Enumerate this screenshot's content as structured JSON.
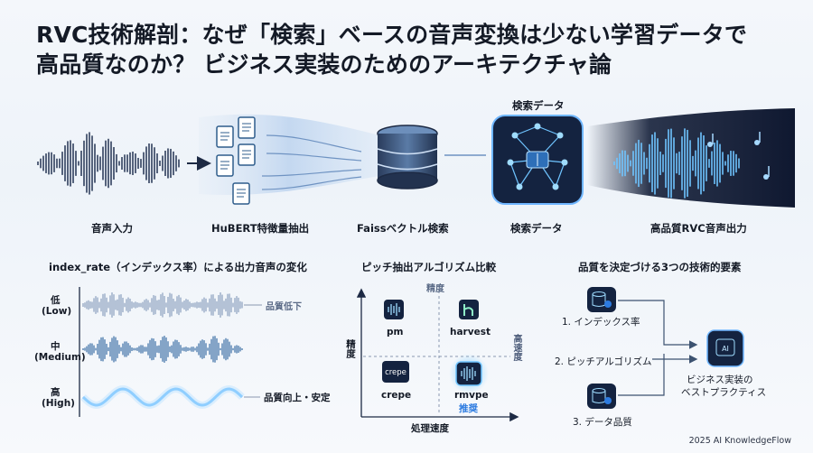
{
  "title": {
    "line1": "RVC技術解剖：なぜ「検索」ベースの音声変換は少ない学習データで",
    "line2": "高品質なのか？ ビジネス実装のためのアーキテクチャ論"
  },
  "pipeline": {
    "db_top_label": "検索データ",
    "stages": [
      {
        "label": "音声入力"
      },
      {
        "label": "HuBERT特徴量抽出"
      },
      {
        "label": "Faissベクトル検索"
      },
      {
        "label": "検索データ"
      },
      {
        "label": "高品質RVC音声出力"
      }
    ]
  },
  "index_rate": {
    "heading": "index_rate（インデックス率）による出力音声の変化",
    "rows": [
      {
        "level": "低",
        "sub": "(Low)"
      },
      {
        "level": "中",
        "sub": "(Medium)"
      },
      {
        "level": "高",
        "sub": "(High)"
      }
    ],
    "quality_low": "品質低下",
    "quality_high": "品質向上・安定"
  },
  "pitch": {
    "heading": "ピッチ抽出アルゴリズム比較",
    "y_axis_top": "精度",
    "y_axis_left": "精度",
    "x_axis_right": "高速度",
    "x_axis_bottom": "処理速度",
    "algorithms": [
      {
        "name": "pm"
      },
      {
        "name": "harvest"
      },
      {
        "name": "crepe"
      },
      {
        "name": "rmvpe",
        "note": "推奨"
      }
    ],
    "crepe_icon_text": "crepe"
  },
  "factors": {
    "heading": "品質を決定づける3つの技術的要素",
    "items": [
      {
        "label": "1. インデックス率"
      },
      {
        "label": "2. ピッチアルゴリズム"
      },
      {
        "label": "3. データ品質"
      }
    ],
    "result_line1": "ビジネス実装の",
    "result_line2": "ベストプラクティス",
    "ai_icon_text": "AI"
  },
  "footer": "2025 AI KnowledgeFlow",
  "colors": {
    "accent": "#2d7be0",
    "dark": "#1d2a44",
    "wave": "#2f5d8c"
  }
}
